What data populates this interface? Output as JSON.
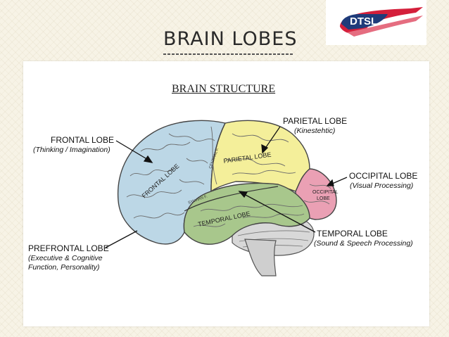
{
  "slide": {
    "title": "BRAIN LOBES",
    "logo_text": "DTSL"
  },
  "diagram": {
    "title": "BRAIN STRUCTURE",
    "callouts": {
      "frontal": {
        "label": "FRONTAL LOBE",
        "desc": "(Thinking / Imagination)"
      },
      "parietal": {
        "label": "PARIETAL LOBE",
        "desc": "(Kinestehtic)"
      },
      "occipital": {
        "label": "OCCIPITAL LOBE",
        "desc": "(Visual Processing)"
      },
      "temporal": {
        "label": "TEMPORAL LOBE",
        "desc": "(Sound & Speech Processing)"
      },
      "prefrontal": {
        "label": "PREFRONTAL LOBE",
        "desc_line1": "(Executive & Cognitive",
        "desc_line2": "Function, Personality)"
      }
    },
    "lobe_text": {
      "frontal": "FRONTAL LOBE",
      "parietal": "PARIETAL LOBE",
      "occipital_line1": "OCCIPITAL",
      "occipital_line2": "LOBE",
      "temporal": "TEMPORAL LOBE",
      "sylvian": "SYLVIAN F.",
      "central": "CENTRAL F."
    },
    "colors": {
      "frontal": "#bcd7e6",
      "parietal": "#f4ef9a",
      "occipital": "#eaa0b4",
      "temporal": "#a8c78c",
      "cerebellum": "#d8d8d8",
      "brainstem": "#cfcfcf"
    }
  }
}
